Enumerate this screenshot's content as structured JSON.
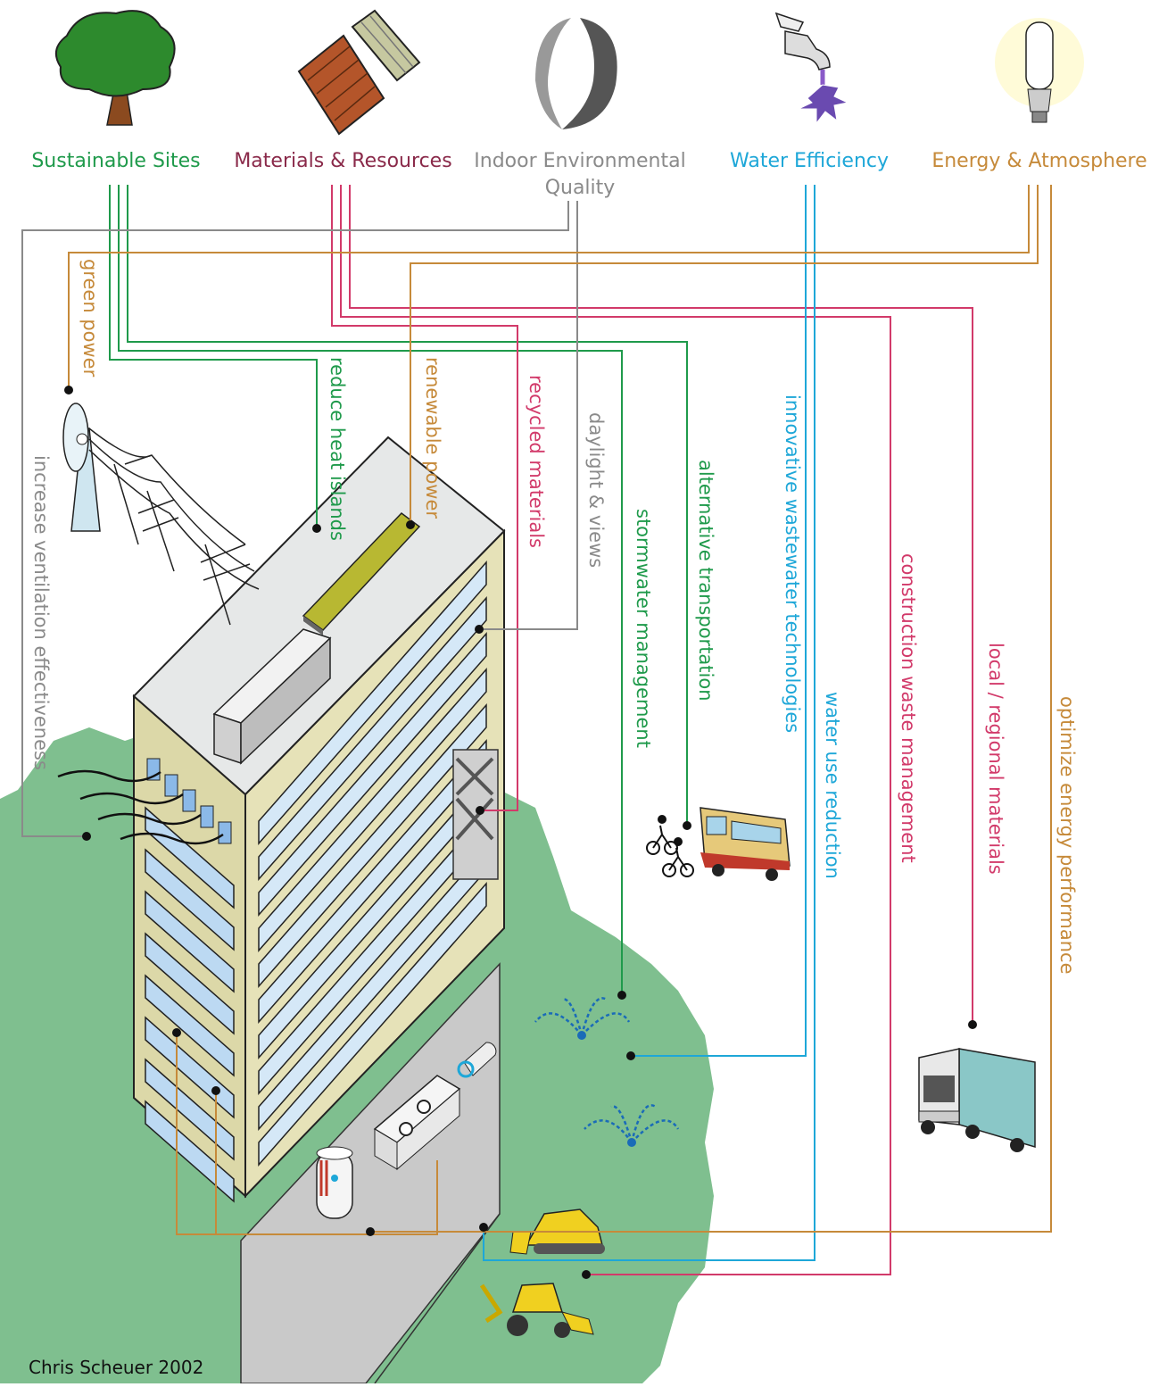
{
  "colors": {
    "sites": "#1f9a4b",
    "materials": "#d23a6a",
    "indoor": "#8a8a8a",
    "water": "#1ea7d8",
    "energy": "#c68a3a",
    "ground": "#7fbf8f"
  },
  "categories": {
    "sites": "Sustainable Sites",
    "materials": "Materials & Resources",
    "indoor_line1": "Indoor Environmental",
    "indoor_line2": "Quality",
    "water": "Water Efficiency",
    "energy": "Energy & Atmosphere"
  },
  "icons": {
    "sites": "tree-icon",
    "materials": "brick-and-lumber-icon",
    "indoor": "swirl-icon",
    "water": "faucet-icon",
    "energy": "light-bulb-icon"
  },
  "strategies": {
    "green_power": "green power",
    "increase_ventilation": "increase ventilation effectiveness",
    "reduce_heat_islands": "reduce heat islands",
    "renewable_power": "renewable power",
    "recycled_materials": "recycled materials",
    "daylight_views": "daylight & views",
    "stormwater": "stormwater management",
    "alternative_transportation": "alternative transportation",
    "innovative_wastewater": "innovative wastewater technologies",
    "water_use_reduction": "water use reduction",
    "construction_waste": "construction waste management",
    "local_regional": "local / regional materials",
    "optimize_energy": "optimize energy performance"
  },
  "credit": "Chris Scheuer 2002"
}
